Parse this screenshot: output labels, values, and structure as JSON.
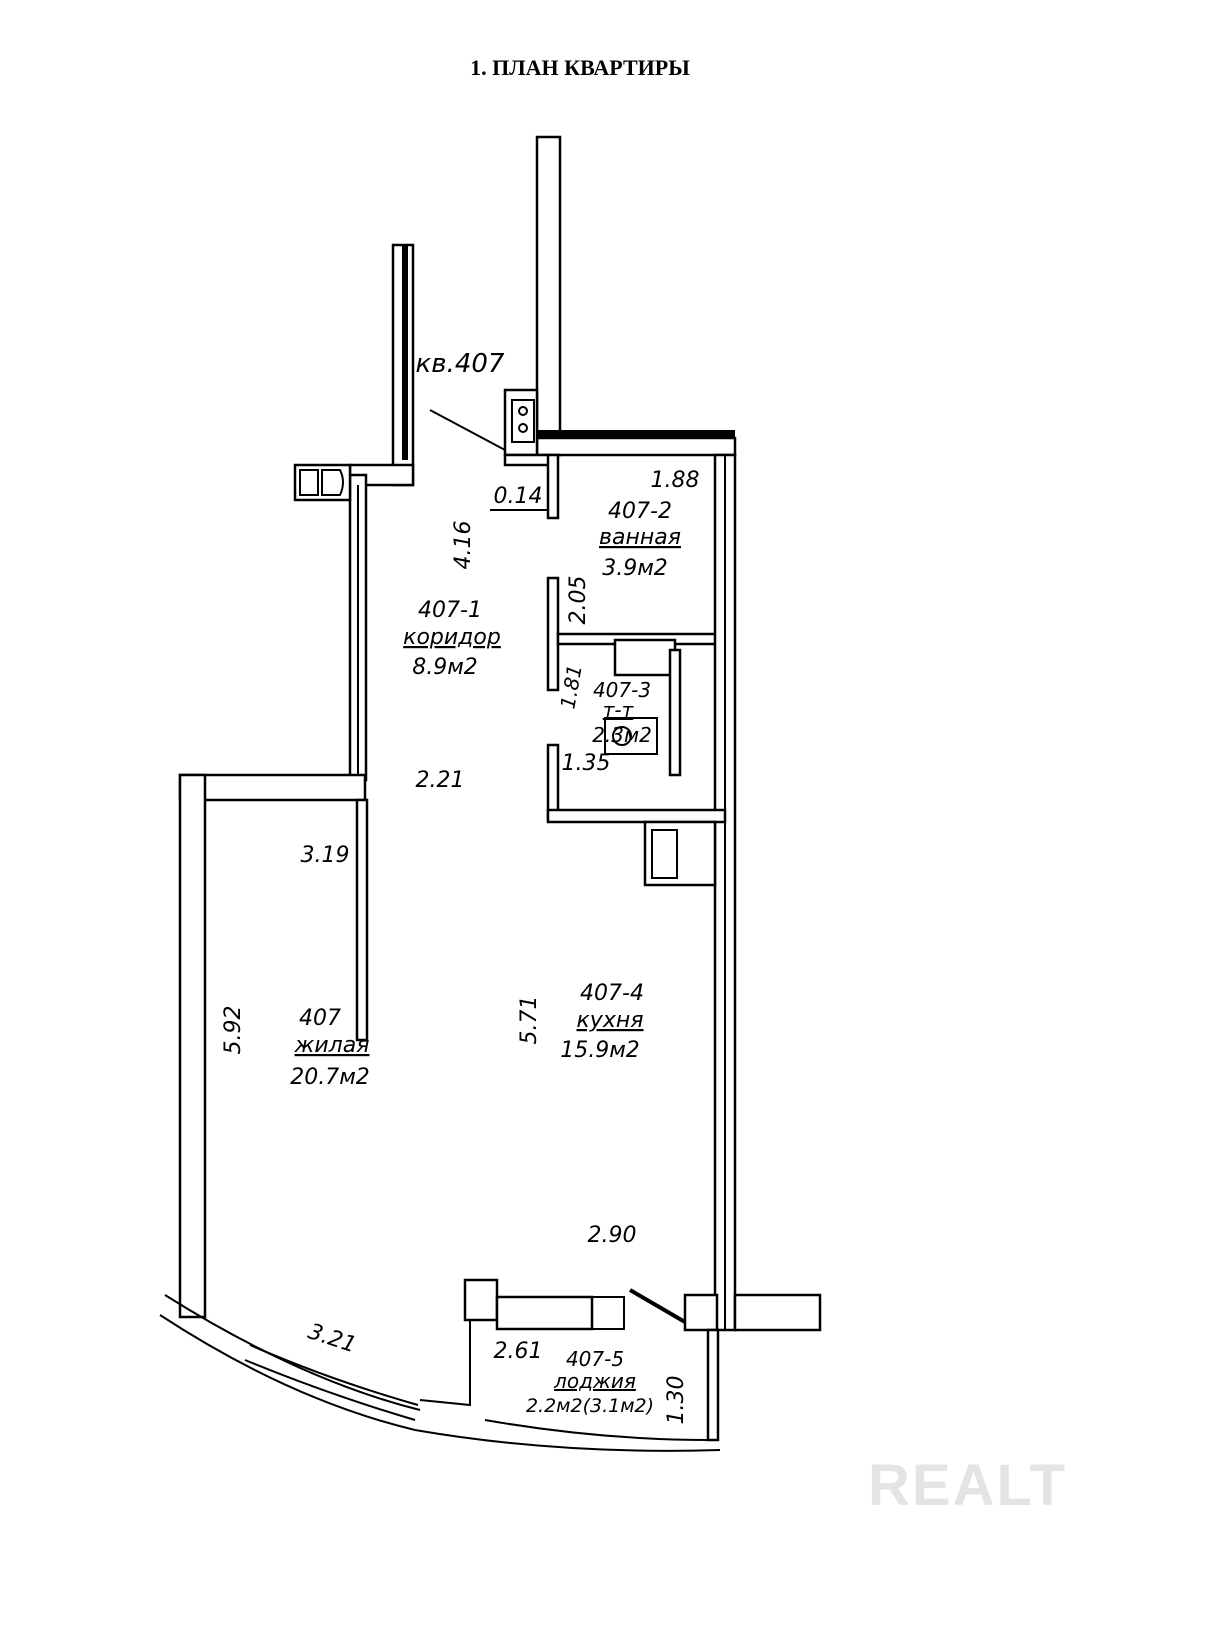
{
  "title": "1. ПЛАН КВАРТИРЫ",
  "apartment_label": "кв.407",
  "rooms": [
    {
      "number": "407-1",
      "name": "коридор",
      "area": "8.9м2"
    },
    {
      "number": "407-2",
      "name": "ванная",
      "area": "3.9м2"
    },
    {
      "number": "407-3",
      "name": "т-т",
      "area": "2.3м2"
    },
    {
      "number": "407",
      "name": "жилая",
      "area": "20.7м2"
    },
    {
      "number": "407-4",
      "name": "кухня",
      "area": "15.9м2"
    },
    {
      "number": "407-5",
      "name": "лоджия",
      "area": "2.2м2(3.1м2)"
    }
  ],
  "dimensions": {
    "d014": "0.14",
    "d188": "1.88",
    "d416": "4.16",
    "d205": "2.05",
    "d181": "1.81",
    "d221": "2.21",
    "d135": "1.35",
    "d319": "3.19",
    "d592": "5.92",
    "d571": "5.71",
    "d290": "2.90",
    "d321": "3.21",
    "d261": "2.61",
    "d130": "1.30"
  },
  "watermark": "REALT"
}
